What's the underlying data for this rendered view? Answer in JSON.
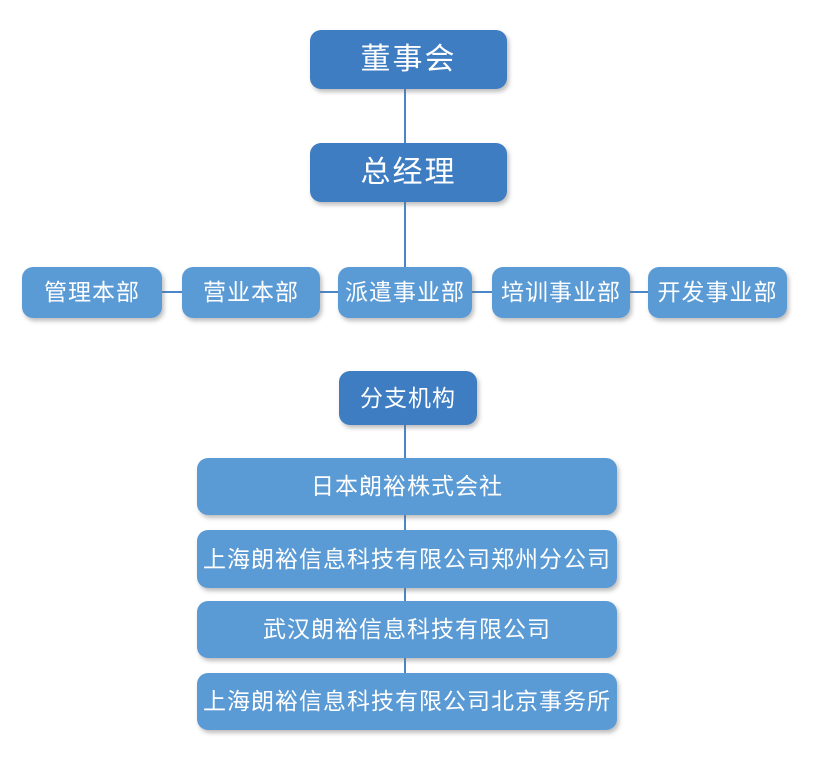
{
  "org": {
    "root": "董事会",
    "general_manager": "总经理",
    "departments": [
      "管理本部",
      "营业本部",
      "派遣事业部",
      "培训事业部",
      "开发事业部"
    ],
    "branch_header": "分支机构",
    "branches": [
      "日本朗裕株式会社",
      "上海朗裕信息科技有限公司郑州分公司",
      "武汉朗裕信息科技有限公司",
      "上海朗裕信息科技有限公司北京事务所"
    ]
  },
  "colors": {
    "node_dark": "#3e7dc2",
    "node_light": "#5b9bd5",
    "connector": "#4a87c8",
    "text": "#ffffff",
    "background": "#ffffff"
  }
}
